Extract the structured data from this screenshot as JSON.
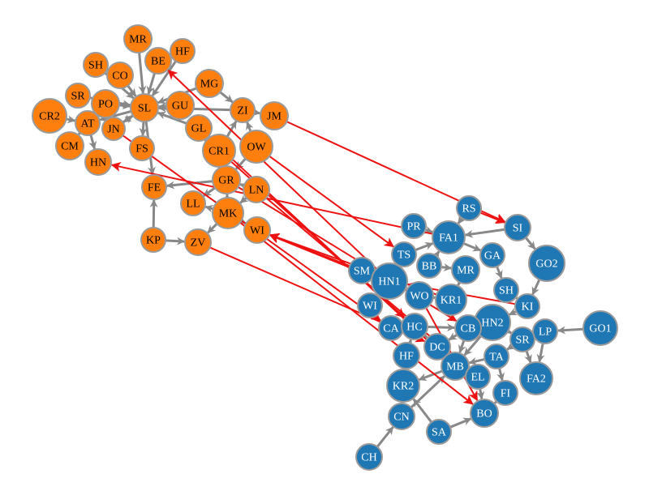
{
  "colors": {
    "group_a": "#ff7f0e",
    "group_b": "#1f77b4",
    "node_stroke": "#9a9a9a",
    "edge": "#888888",
    "cross_edge": "#ee1111",
    "label_a": "#000000",
    "label_b": "#ffffff"
  },
  "nodes": [
    {
      "id": "MR_a",
      "label": "MR",
      "group": "a"
    },
    {
      "id": "HF_a",
      "label": "HF",
      "group": "a"
    },
    {
      "id": "BE",
      "label": "BE",
      "group": "a"
    },
    {
      "id": "SH_a",
      "label": "SH",
      "group": "a"
    },
    {
      "id": "CO",
      "label": "CO",
      "group": "a"
    },
    {
      "id": "MG",
      "label": "MG",
      "group": "a"
    },
    {
      "id": "SR_a",
      "label": "SR",
      "group": "a"
    },
    {
      "id": "PO",
      "label": "PO",
      "group": "a"
    },
    {
      "id": "SL",
      "label": "SL",
      "group": "a"
    },
    {
      "id": "GU",
      "label": "GU",
      "group": "a"
    },
    {
      "id": "ZI",
      "label": "ZI",
      "group": "a"
    },
    {
      "id": "JM",
      "label": "JM",
      "group": "a"
    },
    {
      "id": "CR2",
      "label": "CR2",
      "group": "a"
    },
    {
      "id": "AT",
      "label": "AT",
      "group": "a"
    },
    {
      "id": "JN",
      "label": "JN",
      "group": "a"
    },
    {
      "id": "GL",
      "label": "GL",
      "group": "a"
    },
    {
      "id": "CM",
      "label": "CM",
      "group": "a"
    },
    {
      "id": "FS",
      "label": "FS",
      "group": "a"
    },
    {
      "id": "CR1",
      "label": "CR1",
      "group": "a"
    },
    {
      "id": "OW",
      "label": "OW",
      "group": "a"
    },
    {
      "id": "HN",
      "label": "HN",
      "group": "a"
    },
    {
      "id": "FE",
      "label": "FE",
      "group": "a"
    },
    {
      "id": "GR",
      "label": "GR",
      "group": "a"
    },
    {
      "id": "LN",
      "label": "LN",
      "group": "a"
    },
    {
      "id": "LL",
      "label": "LL",
      "group": "a"
    },
    {
      "id": "MK",
      "label": "MK",
      "group": "a"
    },
    {
      "id": "WI_a",
      "label": "WI",
      "group": "a"
    },
    {
      "id": "KP",
      "label": "KP",
      "group": "a"
    },
    {
      "id": "ZV",
      "label": "ZV",
      "group": "a"
    },
    {
      "id": "RS",
      "label": "RS",
      "group": "b"
    },
    {
      "id": "SI",
      "label": "SI",
      "group": "b"
    },
    {
      "id": "PR",
      "label": "PR",
      "group": "b"
    },
    {
      "id": "FA1",
      "label": "FA1",
      "group": "b"
    },
    {
      "id": "TS",
      "label": "TS",
      "group": "b"
    },
    {
      "id": "GA",
      "label": "GA",
      "group": "b"
    },
    {
      "id": "GO2",
      "label": "GO2",
      "group": "b"
    },
    {
      "id": "SM",
      "label": "SM",
      "group": "b"
    },
    {
      "id": "BB",
      "label": "BB",
      "group": "b"
    },
    {
      "id": "MR_b",
      "label": "MR",
      "group": "b"
    },
    {
      "id": "HN1",
      "label": "HN1",
      "group": "b"
    },
    {
      "id": "SH_b",
      "label": "SH",
      "group": "b"
    },
    {
      "id": "WO",
      "label": "WO",
      "group": "b"
    },
    {
      "id": "KR1",
      "label": "KR1",
      "group": "b"
    },
    {
      "id": "WI_b",
      "label": "WI",
      "group": "b"
    },
    {
      "id": "KI",
      "label": "KI",
      "group": "b"
    },
    {
      "id": "HN2",
      "label": "HN2",
      "group": "b"
    },
    {
      "id": "CA",
      "label": "CA",
      "group": "b"
    },
    {
      "id": "HC",
      "label": "HC",
      "group": "b"
    },
    {
      "id": "CB",
      "label": "CB",
      "group": "b"
    },
    {
      "id": "LP",
      "label": "LP",
      "group": "b"
    },
    {
      "id": "GO1",
      "label": "GO1",
      "group": "b"
    },
    {
      "id": "SR_b",
      "label": "SR",
      "group": "b"
    },
    {
      "id": "DC",
      "label": "DC",
      "group": "b"
    },
    {
      "id": "HF_b",
      "label": "HF",
      "group": "b"
    },
    {
      "id": "TA",
      "label": "TA",
      "group": "b"
    },
    {
      "id": "MB",
      "label": "MB",
      "group": "b"
    },
    {
      "id": "EL",
      "label": "EL",
      "group": "b"
    },
    {
      "id": "KR2",
      "label": "KR2",
      "group": "b"
    },
    {
      "id": "FA2",
      "label": "FA2",
      "group": "b"
    },
    {
      "id": "FI",
      "label": "FI",
      "group": "b"
    },
    {
      "id": "BO",
      "label": "BO",
      "group": "b"
    },
    {
      "id": "CN",
      "label": "CN",
      "group": "b"
    },
    {
      "id": "SA",
      "label": "SA",
      "group": "b"
    },
    {
      "id": "CH",
      "label": "CH",
      "group": "b"
    }
  ],
  "edges": [
    {
      "from": "SH_a",
      "to": "SL"
    },
    {
      "from": "CO",
      "to": "SL"
    },
    {
      "from": "BE",
      "to": "SL"
    },
    {
      "from": "MR_a",
      "to": "SL"
    },
    {
      "from": "HF_a",
      "to": "SL"
    },
    {
      "from": "MG",
      "to": "SL"
    },
    {
      "from": "GU",
      "to": "SL"
    },
    {
      "from": "PO",
      "to": "SL"
    },
    {
      "from": "SR_a",
      "to": "SL"
    },
    {
      "from": "ZI",
      "to": "SL"
    },
    {
      "from": "GL",
      "to": "SL"
    },
    {
      "from": "JN",
      "to": "SL"
    },
    {
      "from": "MG",
      "to": "ZI"
    },
    {
      "from": "ZI",
      "to": "JM"
    },
    {
      "from": "OW",
      "to": "ZI"
    },
    {
      "from": "CR1",
      "to": "ZI"
    },
    {
      "from": "SL",
      "to": "AT"
    },
    {
      "from": "SL",
      "to": "FS"
    },
    {
      "from": "SL",
      "to": "JN"
    },
    {
      "from": "GR",
      "to": "GL"
    },
    {
      "from": "CR2",
      "to": "AT"
    },
    {
      "from": "AT",
      "to": "CM"
    },
    {
      "from": "AT",
      "to": "HN"
    },
    {
      "from": "PO",
      "to": "JN"
    },
    {
      "from": "SL",
      "to": "FE"
    },
    {
      "from": "OW",
      "to": "GR"
    },
    {
      "from": "GR",
      "to": "LL"
    },
    {
      "from": "LN",
      "to": "GR"
    },
    {
      "from": "MK",
      "to": "GR"
    },
    {
      "from": "MK",
      "to": "LL"
    },
    {
      "from": "MK",
      "to": "ZV"
    },
    {
      "from": "LN",
      "to": "MK"
    },
    {
      "from": "KP",
      "to": "FE"
    },
    {
      "from": "KP",
      "to": "ZV"
    },
    {
      "from": "GR",
      "to": "FE"
    },
    {
      "from": "MK",
      "to": "WI_a"
    },
    {
      "from": "RS",
      "to": "FA1"
    },
    {
      "from": "SI",
      "to": "FA1"
    },
    {
      "from": "SI",
      "to": "GO2"
    },
    {
      "from": "GO2",
      "to": "KI"
    },
    {
      "from": "PR",
      "to": "FA1"
    },
    {
      "from": "TS",
      "to": "FA1"
    },
    {
      "from": "FA1",
      "to": "GA"
    },
    {
      "from": "GA",
      "to": "SH_b"
    },
    {
      "from": "BB",
      "to": "FA1"
    },
    {
      "from": "SM",
      "to": "HN1"
    },
    {
      "from": "HN1",
      "to": "WO"
    },
    {
      "from": "WO",
      "to": "KR1"
    },
    {
      "from": "MR_b",
      "to": "KR1"
    },
    {
      "from": "SH_b",
      "to": "KI"
    },
    {
      "from": "KI",
      "to": "HN2"
    },
    {
      "from": "HN2",
      "to": "CB"
    },
    {
      "from": "HN2",
      "to": "SR_b"
    },
    {
      "from": "SR_b",
      "to": "FA2"
    },
    {
      "from": "LP",
      "to": "SR_b"
    },
    {
      "from": "GO1",
      "to": "LP"
    },
    {
      "from": "LP",
      "to": "FA2"
    },
    {
      "from": "CB",
      "to": "DC"
    },
    {
      "from": "CB",
      "to": "MB"
    },
    {
      "from": "HC",
      "to": "CB"
    },
    {
      "from": "CA",
      "to": "HC"
    },
    {
      "from": "HC",
      "to": "DC"
    },
    {
      "from": "HF_b",
      "to": "HC"
    },
    {
      "from": "KR2",
      "to": "HF_b"
    },
    {
      "from": "KR2",
      "to": "CN"
    },
    {
      "from": "CH",
      "to": "CN"
    },
    {
      "from": "SA",
      "to": "BO"
    },
    {
      "from": "CN",
      "to": "MB"
    },
    {
      "from": "MB",
      "to": "EL"
    },
    {
      "from": "EL",
      "to": "BO"
    },
    {
      "from": "FI",
      "to": "BO"
    },
    {
      "from": "TA",
      "to": "FI"
    },
    {
      "from": "SR_b",
      "to": "TA"
    },
    {
      "from": "MB",
      "to": "KR2"
    },
    {
      "from": "WI_b",
      "to": "HN1"
    },
    {
      "from": "BB",
      "to": "MR_b"
    },
    {
      "from": "SA",
      "to": "KR2"
    },
    {
      "from": "DC",
      "to": "MB"
    },
    {
      "from": "TA",
      "to": "MB"
    },
    {
      "from": "HN2",
      "to": "MB"
    }
  ],
  "cross_edges": [
    {
      "from": "JM",
      "to": "SI"
    },
    {
      "from": "RS",
      "to": "SI"
    },
    {
      "from": "HN1",
      "to": "BE"
    },
    {
      "from": "KI",
      "to": "HN1"
    },
    {
      "from": "FA1",
      "to": "HN"
    },
    {
      "from": "SM",
      "to": "WI_a"
    },
    {
      "from": "WO",
      "to": "WI_a"
    },
    {
      "from": "KR1",
      "to": "WI_a"
    },
    {
      "from": "MB",
      "to": "GL"
    },
    {
      "from": "GR",
      "to": "CB"
    },
    {
      "from": "OW",
      "to": "TS"
    },
    {
      "from": "CR1",
      "to": "HC"
    },
    {
      "from": "JN",
      "to": "CA"
    },
    {
      "from": "MK",
      "to": "BO"
    },
    {
      "from": "LN",
      "to": "EL"
    },
    {
      "from": "WO",
      "to": "BO"
    },
    {
      "from": "ZV",
      "to": "DC"
    }
  ]
}
